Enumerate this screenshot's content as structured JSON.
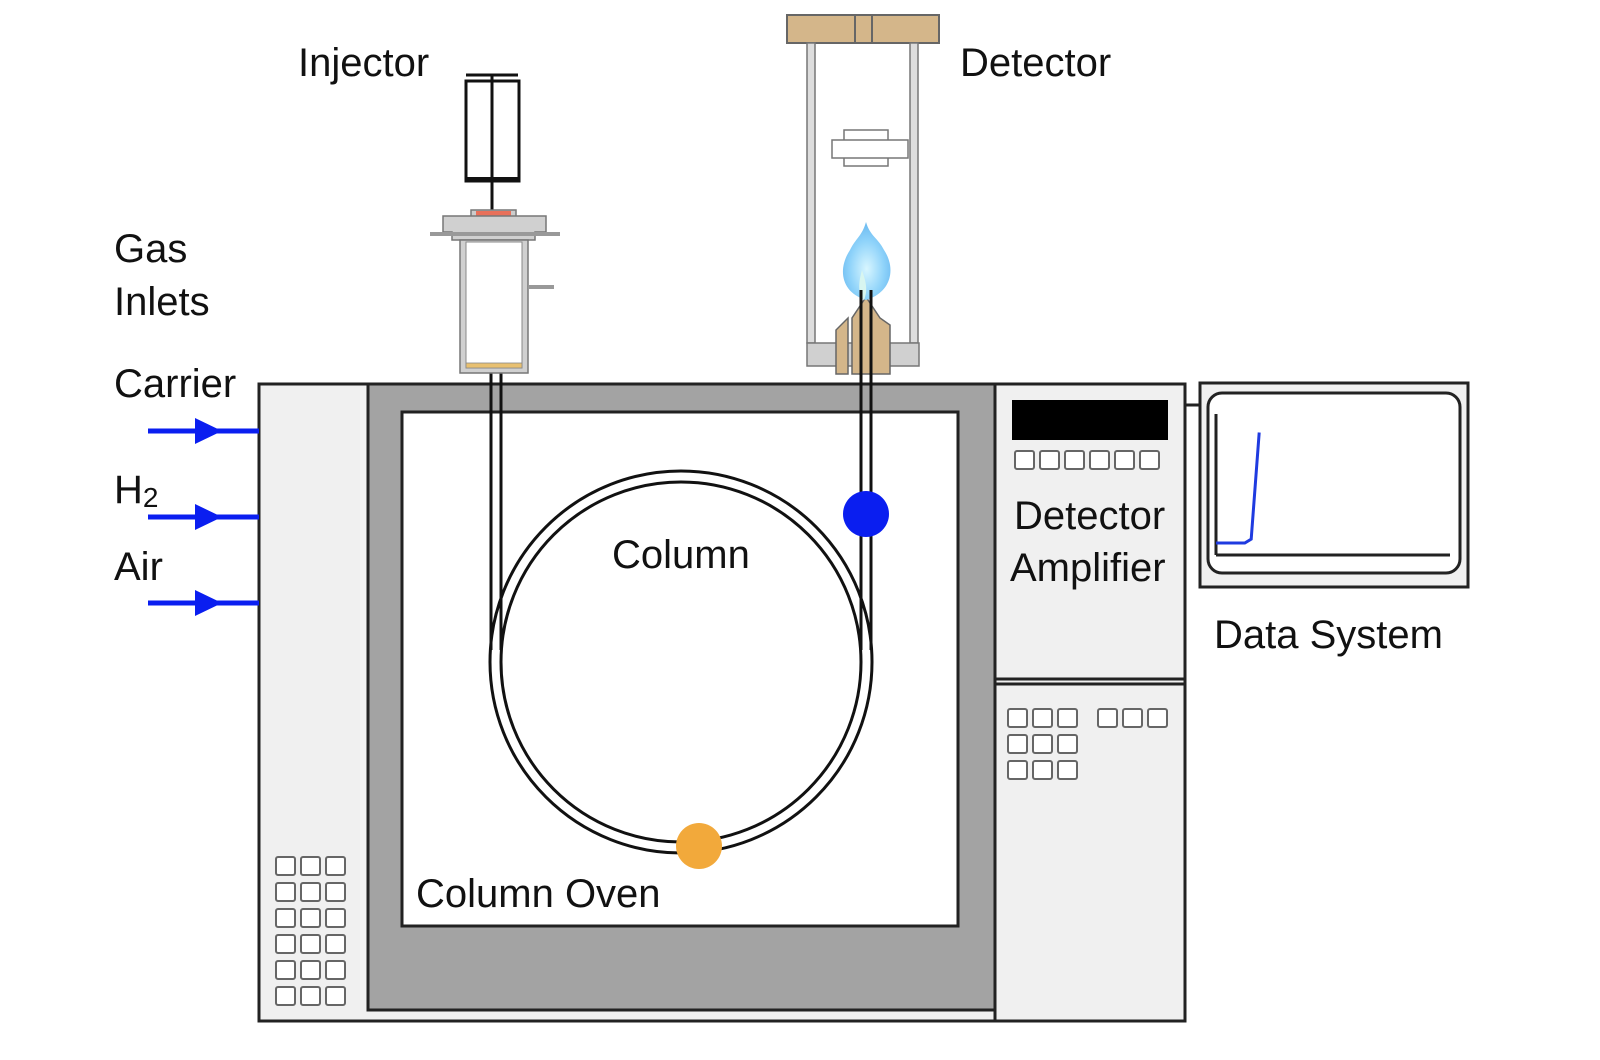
{
  "title": "Gas Chromatograph Schematic",
  "labels": {
    "injector": "Injector",
    "detector": "Detector",
    "gas_inlets_line1": "Gas",
    "gas_inlets_line2": "Inlets",
    "carrier": "Carrier",
    "h2_base": "H",
    "h2_sub": "2",
    "air": "Air",
    "column": "Column",
    "column_oven": "Column Oven",
    "detector_amplifier_line1": "Detector",
    "detector_amplifier_line2": "Amplifier",
    "data_system": "Data System"
  },
  "colors": {
    "gas_arrow": "#0a1ef0",
    "outer_panel": "#f0f0f0",
    "oven_wall": "#a3a3a3",
    "detector_brass": "#d4b68a",
    "flame_outer": "#7fc8f5",
    "flame_inner": "#c8f0e8",
    "septum": "#e8705a",
    "liner_frit": "#e8c070",
    "sample_band_start": "#f2a93b",
    "sample_band_end": "#0a1ef0",
    "chromatogram_trace": "#1f3be0"
  },
  "gas_inlets": [
    {
      "name": "Carrier"
    },
    {
      "name": "H2"
    },
    {
      "name": "Air"
    }
  ],
  "chromatogram": {
    "description": "Baseline then sharp rising peak",
    "trace": [
      [
        0,
        0
      ],
      [
        0.18,
        0
      ],
      [
        0.22,
        0.03
      ],
      [
        0.27,
        0.85
      ]
    ]
  }
}
